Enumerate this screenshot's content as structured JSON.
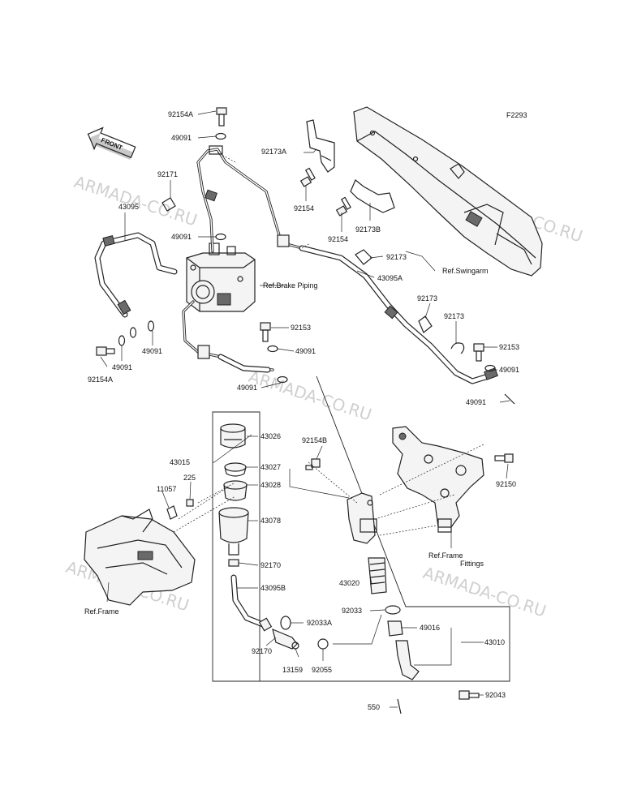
{
  "diagram_code": "F2293",
  "front_label": "FRONT",
  "watermark": "ARMADA-CO.RU",
  "references": {
    "brake_piping": "Ref.Brake Piping",
    "swingarm": "Ref.Swingarm",
    "frame_fittings_line1": "Ref.Frame",
    "frame_fittings_line2": "Fittings",
    "frame": "Ref.Frame"
  },
  "parts": {
    "p92154A_top": "92154A",
    "p49091_a": "49091",
    "p92171": "92171",
    "p43095": "43095",
    "p49091_b": "49091",
    "p92173A": "92173A",
    "p92154_a": "92154",
    "p92154_b": "92154",
    "p92173B": "92173B",
    "p92173_a": "92173",
    "p43095A": "43095A",
    "p92173_b": "92173",
    "p92173_c": "92173",
    "p92153_a": "92153",
    "p92153_b": "92153",
    "p49091_c": "49091",
    "p49091_d": "49091",
    "p49091_e": "49091",
    "p49091_f": "49091",
    "p49091_g": "49091",
    "p49091_h": "49091",
    "p92154A_bottom": "92154A",
    "p43026": "43026",
    "p92154B": "92154B",
    "p43015": "43015",
    "p43027": "43027",
    "p43028": "43028",
    "p11057": "11057",
    "p225": "225",
    "p43078": "43078",
    "p92170_a": "92170",
    "p43095B": "43095B",
    "p92033A": "92033A",
    "p92170_b": "92170",
    "p13159": "13159",
    "p92055": "92055",
    "p43020": "43020",
    "p92033": "92033",
    "p49016": "49016",
    "p43010": "43010",
    "p550": "550",
    "p92043": "92043",
    "p92150": "92150"
  }
}
